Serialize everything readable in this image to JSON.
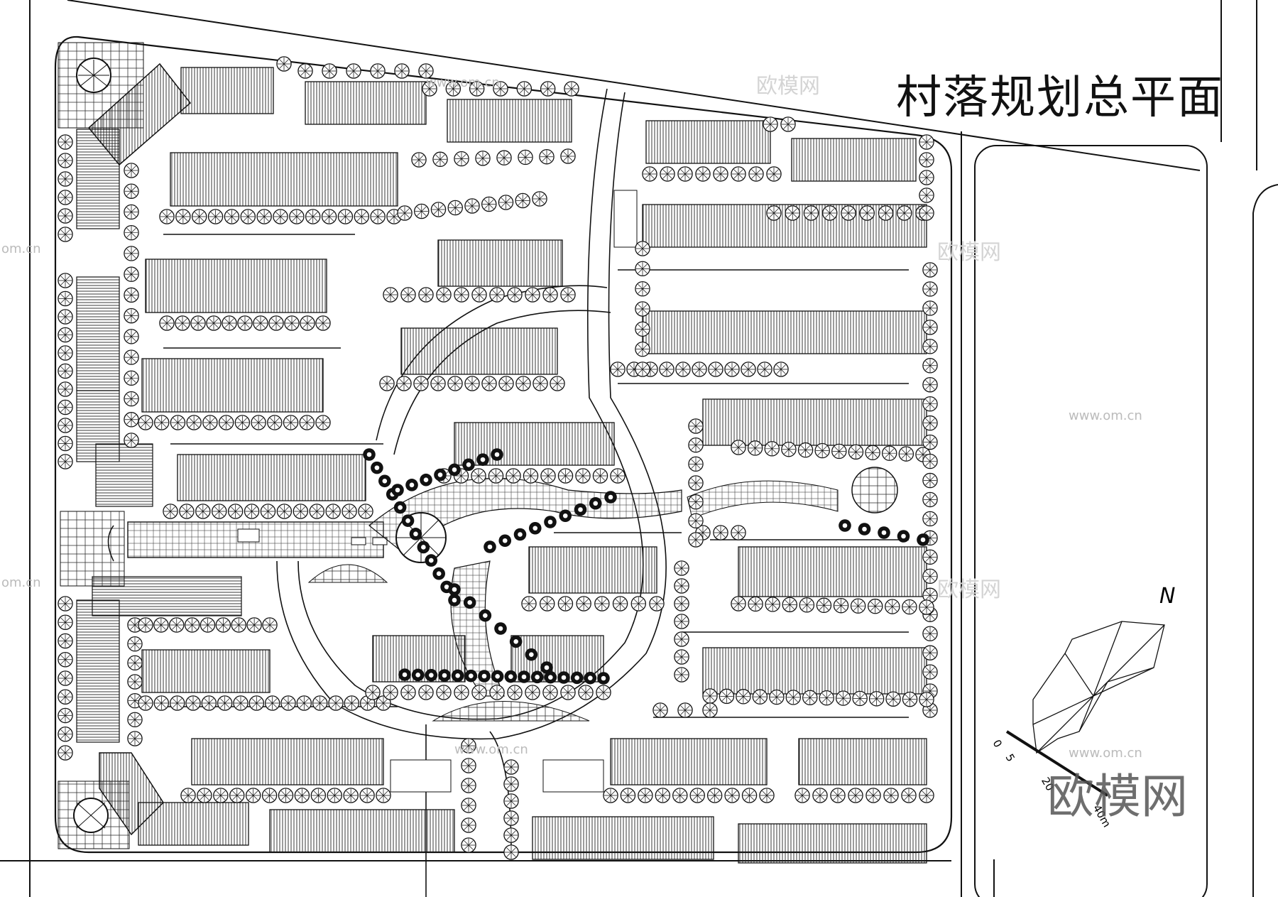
{
  "title": "村落规划总平面",
  "north_label": "N",
  "scale": {
    "labels": [
      "0",
      "5",
      "20",
      "40m"
    ]
  },
  "watermarks": {
    "brand": "欧模网",
    "url": "www.om.cn",
    "small_url_left": "om.cn"
  },
  "colors": {
    "ink": "#111111",
    "paper": "#ffffff",
    "hatch": "#222222"
  }
}
